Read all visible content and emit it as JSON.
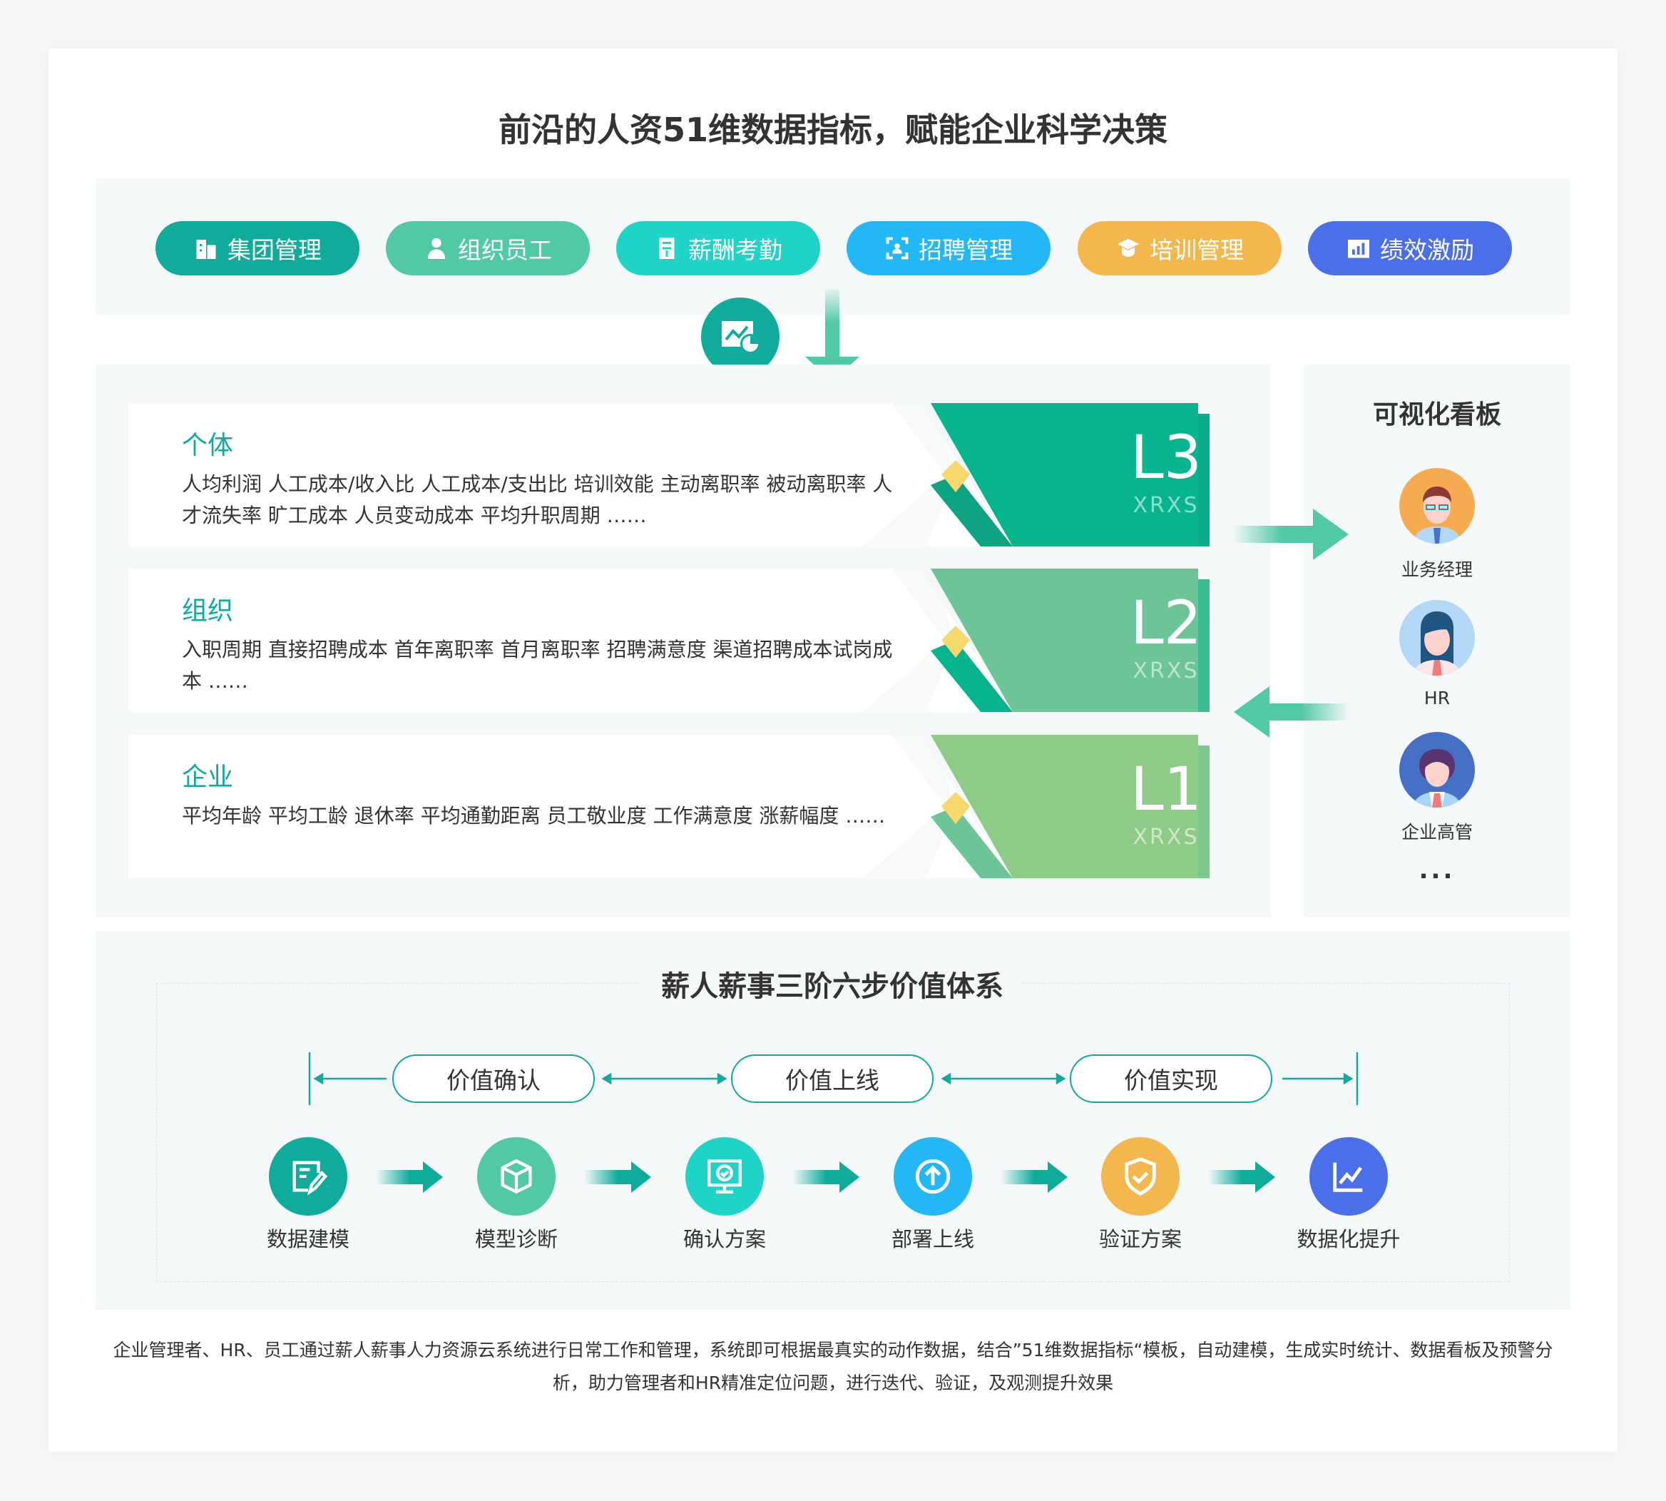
{
  "title": "前沿的人资51维数据指标，赋能企业科学决策",
  "modules": [
    {
      "label": "集团管理",
      "icon": "building-icon",
      "color": "#0fac9c"
    },
    {
      "label": "组织员工",
      "icon": "person-icon",
      "color": "#52c9a5"
    },
    {
      "label": "薪酬考勤",
      "icon": "document-icon",
      "color": "#1fd3c6"
    },
    {
      "label": "招聘管理",
      "icon": "scan-person-icon",
      "color": "#23b7f6"
    },
    {
      "label": "培训管理",
      "icon": "graduation-cap-icon",
      "color": "#f4b74d"
    },
    {
      "label": "绩效激励",
      "icon": "bar-chart-icon",
      "color": "#4b6fe8"
    }
  ],
  "levels": [
    {
      "title": "个体",
      "text": "人均利润 人工成本/收入比 人工成本/支出比  培训效能 主动离职率 被动离职率 人才流失率 旷工成本 人员变动成本 平均升职周期 ……",
      "level": "L3",
      "sub": "XRXS",
      "color": "#06b48e",
      "stripe": "#0ea383"
    },
    {
      "title": "组织",
      "text": "入职周期 直接招聘成本 首年离职率 首月离职率 招聘满意度 渠道招聘成本试岗成本 ……",
      "level": "L2",
      "sub": "XRXS",
      "color": "#6cc596",
      "stripe": "#06b48e"
    },
    {
      "title": "企业",
      "text": "平均年龄 平均工龄 退休率 平均通勤距离 员工敬业度 工作满意度 涨薪幅度 ……",
      "level": "L1",
      "sub": "XRXS",
      "color": "#8fcb88",
      "stripe": "#6cc596"
    }
  ],
  "dashboard": {
    "title": "可视化看板",
    "roles": [
      "业务经理",
      "HR",
      "企业高管"
    ],
    "more": "..."
  },
  "value_system": {
    "title": "薪人薪事三阶六步价值体系",
    "phases": [
      "价值确认",
      "价值上线",
      "价值实现"
    ],
    "steps": [
      {
        "label": "数据建模",
        "icon": "edit-icon",
        "color": "#0fac9c"
      },
      {
        "label": "模型诊断",
        "icon": "cube-icon",
        "color": "#52c9a5"
      },
      {
        "label": "确认方案",
        "icon": "monitor-check-icon",
        "color": "#1fd3c6"
      },
      {
        "label": "部署上线",
        "icon": "upload-icon",
        "color": "#23b7f6"
      },
      {
        "label": "验证方案",
        "icon": "shield-check-icon",
        "color": "#f4b74d"
      },
      {
        "label": "数据化提升",
        "icon": "line-chart-icon",
        "color": "#4b6fe8"
      }
    ]
  },
  "footer": "企业管理者、HR、员工通过薪人薪事人力资源云系统进行日常工作和管理，系统即可根据最真实的动作数据，结合”51维数据指标“模板，自动建模，生成实时统计、数据看板及预警分析，助力管理者和HR精准定位问题，进行迭代、验证，及观测提升效果"
}
